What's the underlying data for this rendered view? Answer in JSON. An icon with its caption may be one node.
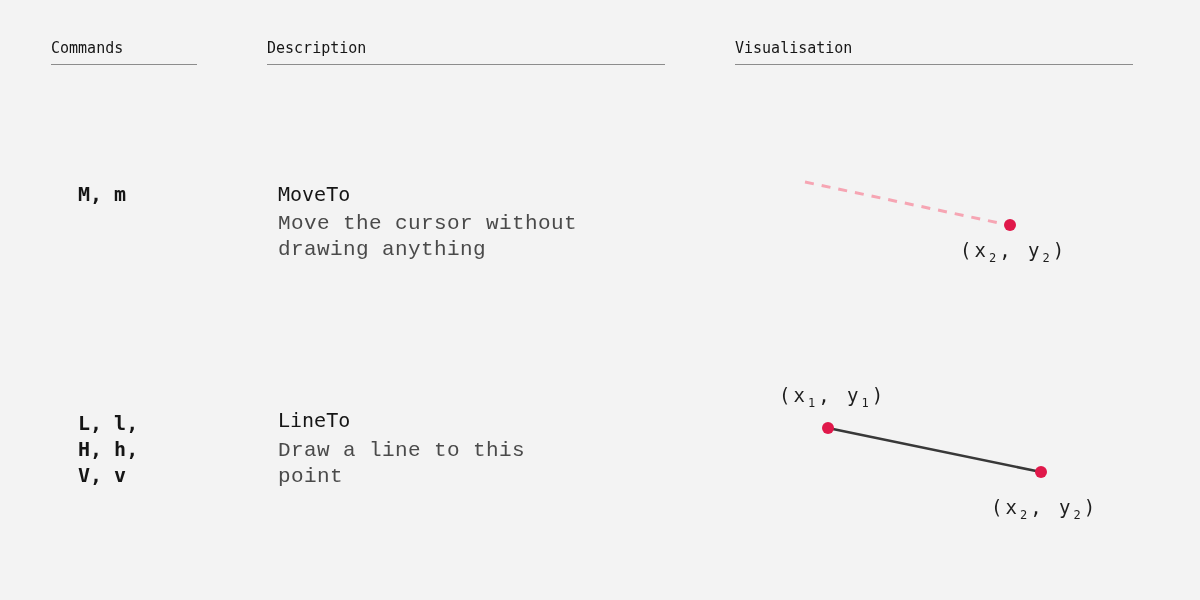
{
  "diagram": {
    "labels": [
      "Commands",
      "Description",
      "Visualisation",
      "M, m",
      "MoveTo",
      "Move the cursor without drawing anything",
      "(x$_{2}$, y$_{2}$)",
      "L, l, H, h, V, v",
      "LineTo",
      "Draw a line to this point",
      "(x$_{1}$, y$_{1}$)",
      "(x$_{2}$, y$_{2}$)"
    ]
  }
}
